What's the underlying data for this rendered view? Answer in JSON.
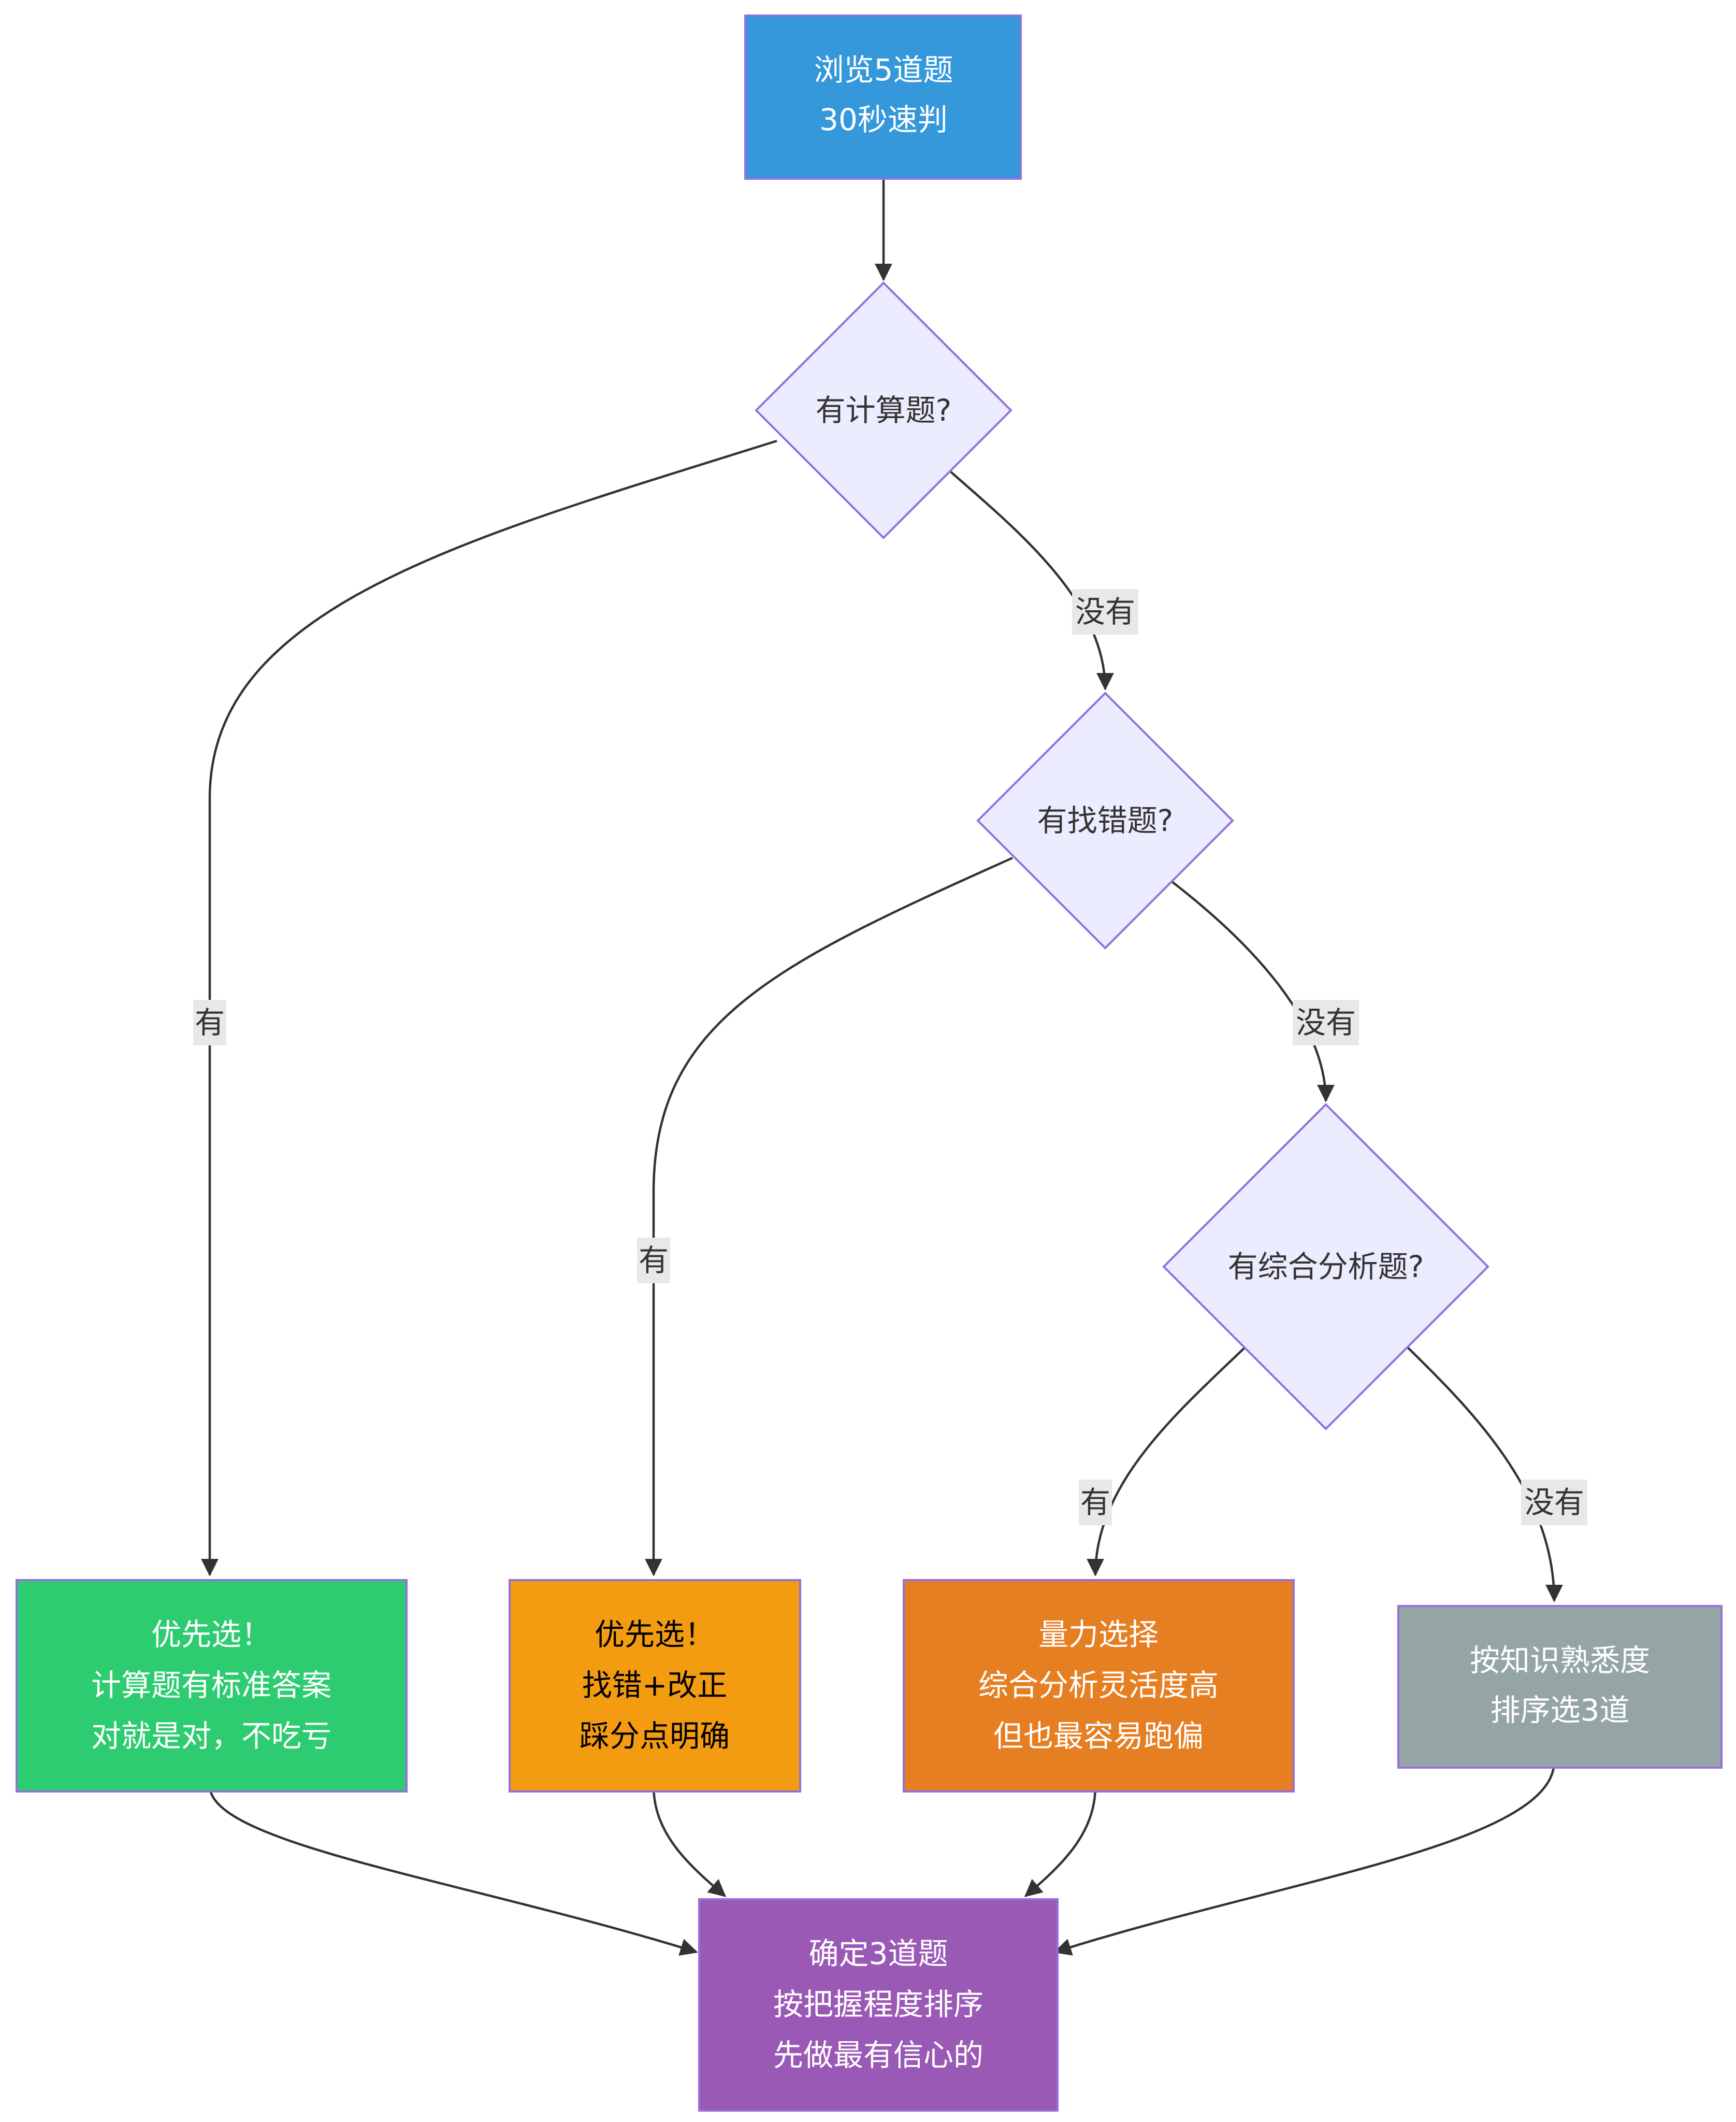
{
  "nodes": {
    "start": {
      "lines": [
        "浏览5道题",
        "30秒速判"
      ],
      "fill": "#3498db",
      "text_color": "#ffffff"
    },
    "q_calc": {
      "lines": [
        "有计算题?"
      ],
      "fill": "#ececff",
      "text_color": "#333333"
    },
    "q_error": {
      "lines": [
        "有找错题?"
      ],
      "fill": "#ececff",
      "text_color": "#333333"
    },
    "q_analysis": {
      "lines": [
        "有综合分析题?"
      ],
      "fill": "#ececff",
      "text_color": "#333333"
    },
    "calc_first": {
      "lines": [
        "优先选！",
        "计算题有标准答案",
        "对就是对，不吃亏"
      ],
      "fill": "#2ecc71",
      "text_color": "#ffffff"
    },
    "error_first": {
      "lines": [
        "优先选！",
        "找错+改正",
        "踩分点明确"
      ],
      "fill": "#f39c12",
      "text_color": "#000000"
    },
    "analysis": {
      "lines": [
        "量力选择",
        "综合分析灵活度高",
        "但也最容易跑偏"
      ],
      "fill": "#e67e22",
      "text_color": "#ffffff"
    },
    "familiar": {
      "lines": [
        "按知识熟悉度",
        "排序选3道"
      ],
      "fill": "#95a5a6",
      "text_color": "#ffffff"
    },
    "final": {
      "lines": [
        "确定3道题",
        "按把握程度排序",
        "先做最有信心的"
      ],
      "fill": "#9b59b6",
      "text_color": "#ffffff"
    }
  },
  "edge_labels": {
    "calc_yes": "有",
    "calc_no": "没有",
    "error_yes": "有",
    "error_no": "没有",
    "analysis_yes": "有",
    "analysis_no": "没有"
  },
  "colors": {
    "edge": "#333333",
    "node_border": "#9370db",
    "edge_label_bg": "#e8e8e8"
  }
}
